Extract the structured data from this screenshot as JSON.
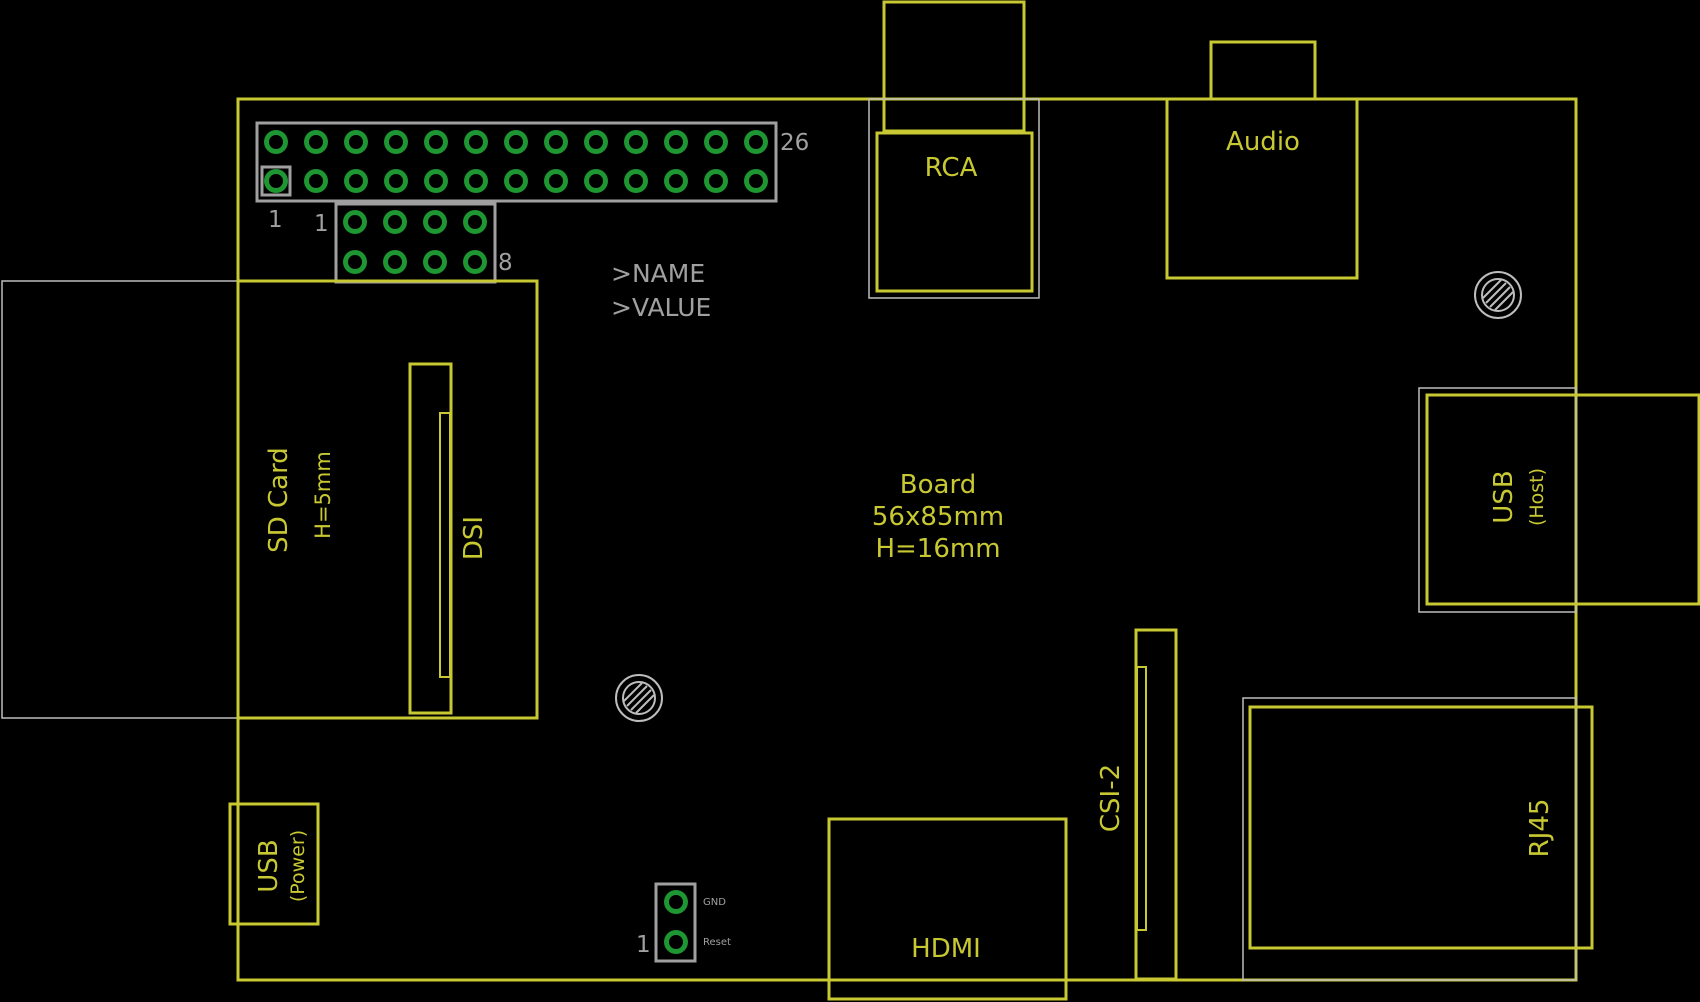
{
  "colors": {
    "background": "#000000",
    "outline": "#c8c832",
    "silk_gray": "#a0a0a0",
    "pad_green": "#1e9632",
    "white_ref": "#bdbdbd"
  },
  "header": {
    "pin_end_label": "26",
    "pin_one_label": "1"
  },
  "p5_header": {
    "pin_one_label": "1",
    "pin_end_label": "8"
  },
  "placeholders": {
    "name": ">NAME",
    "value": ">VALUE"
  },
  "board": {
    "title": "Board",
    "size": "56x85mm",
    "height": "H=16mm"
  },
  "connectors": {
    "rca": "RCA",
    "audio": "Audio",
    "sd_card": "SD Card",
    "sd_height": "H=5mm",
    "dsi": "DSI",
    "usb_host_main": "USB",
    "usb_host_sub": "(Host)",
    "usb_power_main": "USB",
    "usb_power_sub": "(Power)",
    "csi": "CSI-2",
    "hdmi": "HDMI",
    "rj45": "RJ45"
  },
  "reset_header": {
    "pin_one_label": "1",
    "gnd_label": "GND",
    "reset_label": "Reset"
  }
}
